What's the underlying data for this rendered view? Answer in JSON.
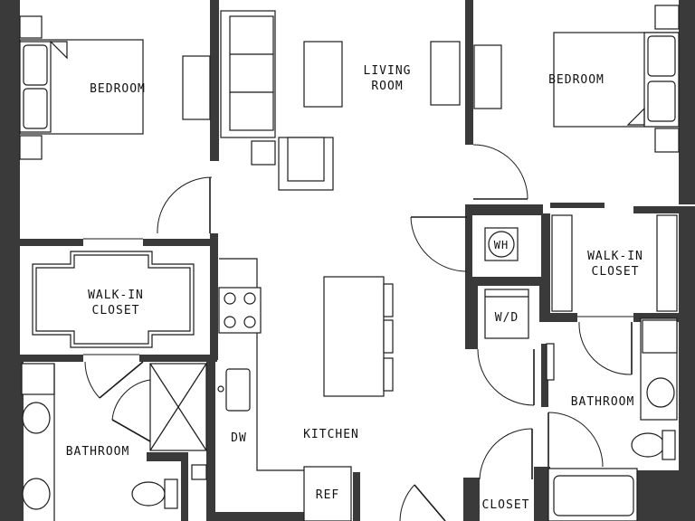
{
  "colors": {
    "wall": "#3a3a3a",
    "line": "#1a1a1a",
    "background": "#ffffff"
  },
  "rooms": {
    "bedroom_left": "BEDROOM",
    "living_room": [
      "LIVING",
      "ROOM"
    ],
    "bedroom_right": "BEDROOM",
    "walkin_closet_left": [
      "WALK-IN",
      "CLOSET"
    ],
    "walkin_closet_right": [
      "WALK-IN",
      "CLOSET"
    ],
    "wh": "WH",
    "wd": "W/D",
    "bathroom_right": "BATHROOM",
    "bathroom_left": "BATHROOM",
    "kitchen": "KITCHEN",
    "dw": "DW",
    "ref": "REF",
    "closet": "CLOSET"
  }
}
